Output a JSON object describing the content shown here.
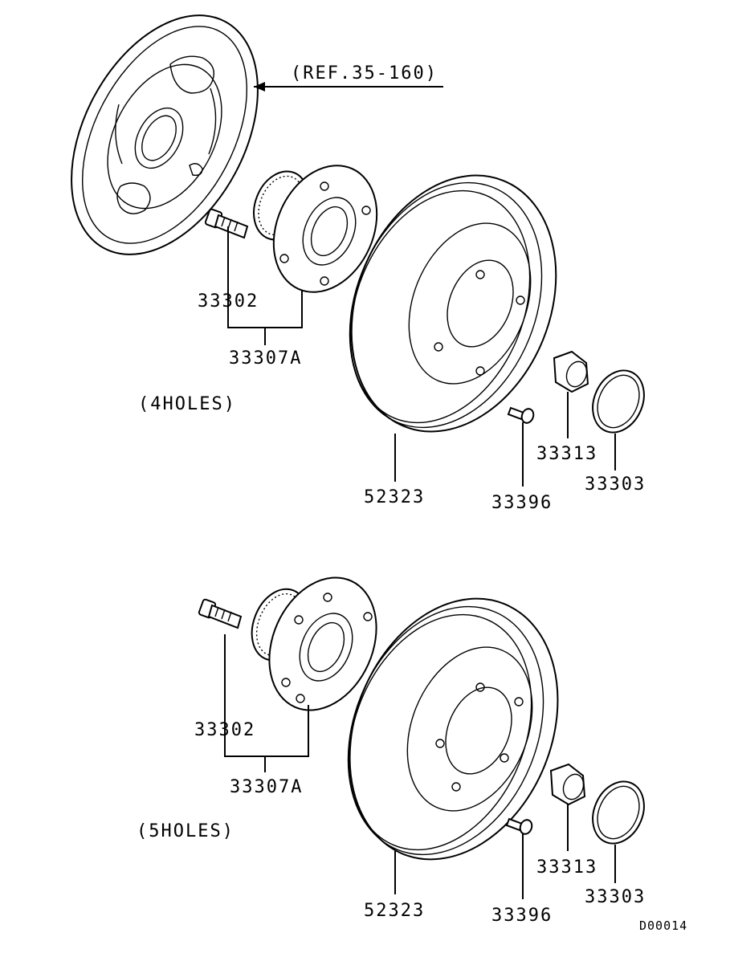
{
  "ref_label": "(REF.35-160)",
  "diagram_id": "D00014",
  "sections": [
    {
      "holes_label": "(4HOLES)",
      "parts": {
        "stud": "33302",
        "hub": "33307A",
        "drum": "52323",
        "screw": "33396",
        "nut": "33313",
        "cap": "33303"
      }
    },
    {
      "holes_label": "(5HOLES)",
      "parts": {
        "stud": "33302",
        "hub": "33307A",
        "drum": "52323",
        "screw": "33396",
        "nut": "33313",
        "cap": "33303"
      }
    }
  ]
}
